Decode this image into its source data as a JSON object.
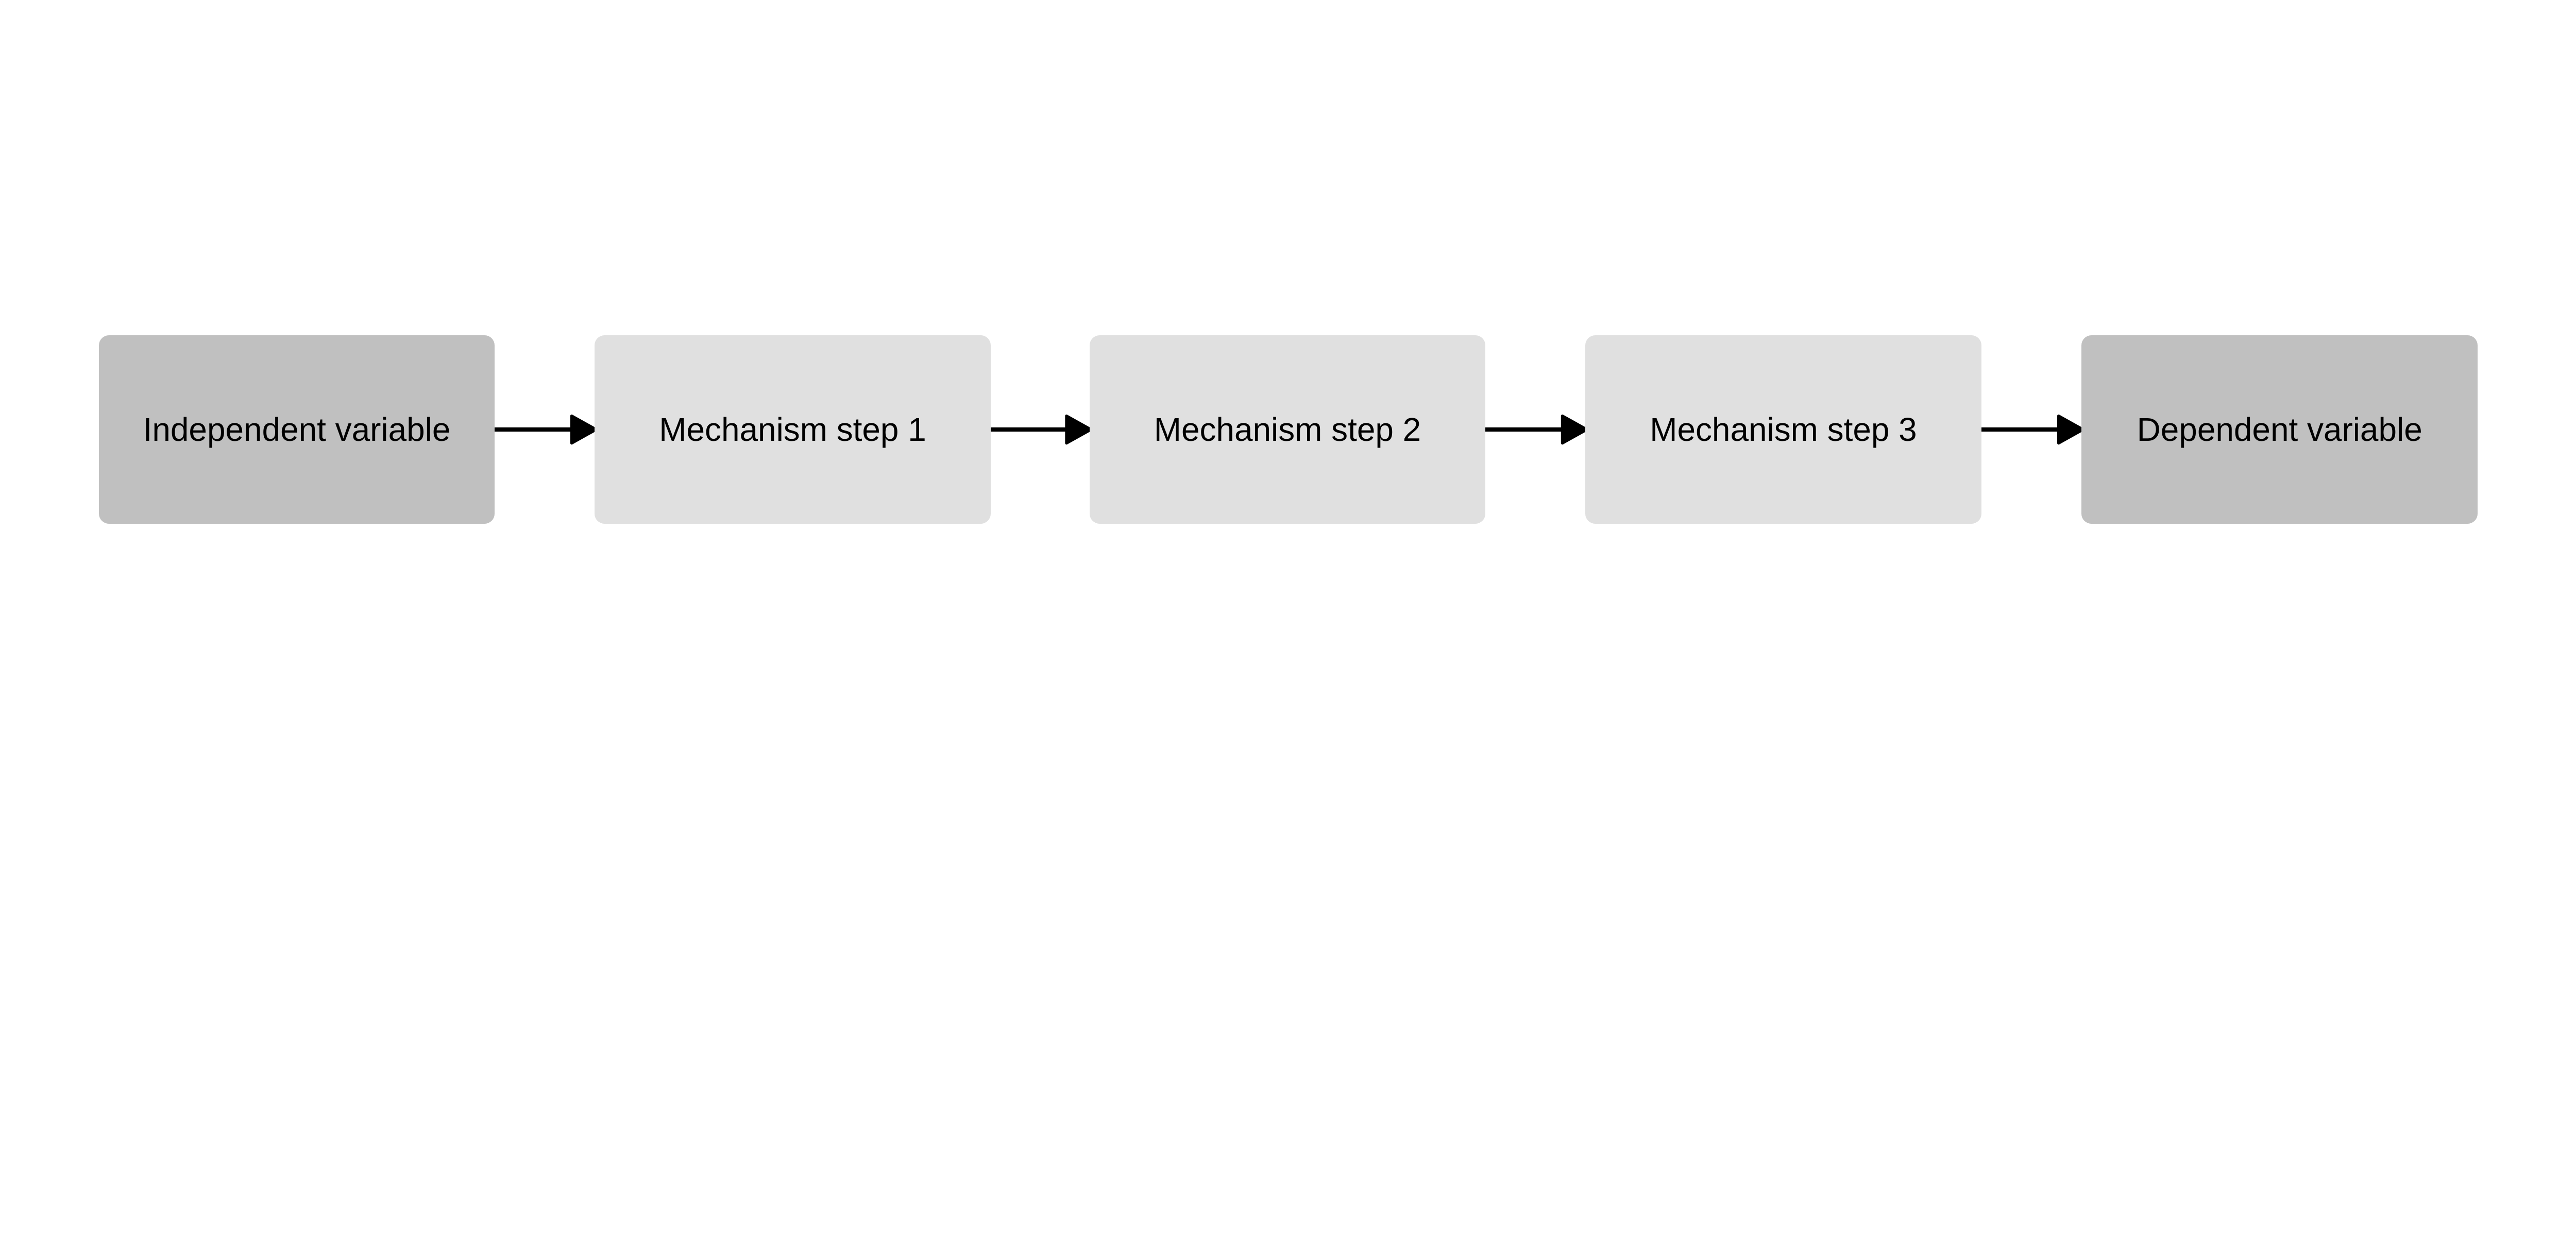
{
  "diagram": {
    "type": "flowchart",
    "direction": "left-to-right",
    "nodes": [
      {
        "id": "iv",
        "label": "Independent variable",
        "fill": "#c0c0c0"
      },
      {
        "id": "m1",
        "label": "Mechanism step 1",
        "fill": "#e0e0e0"
      },
      {
        "id": "m2",
        "label": "Mechanism step 2",
        "fill": "#e0e0e0"
      },
      {
        "id": "m3",
        "label": "Mechanism step 3",
        "fill": "#e0e0e0"
      },
      {
        "id": "dv",
        "label": "Dependent variable",
        "fill": "#c0c0c0"
      }
    ],
    "edges": [
      {
        "from": "iv",
        "to": "m1"
      },
      {
        "from": "m1",
        "to": "m2"
      },
      {
        "from": "m2",
        "to": "m3"
      },
      {
        "from": "m3",
        "to": "dv"
      }
    ],
    "arrow_color": "#000000"
  }
}
